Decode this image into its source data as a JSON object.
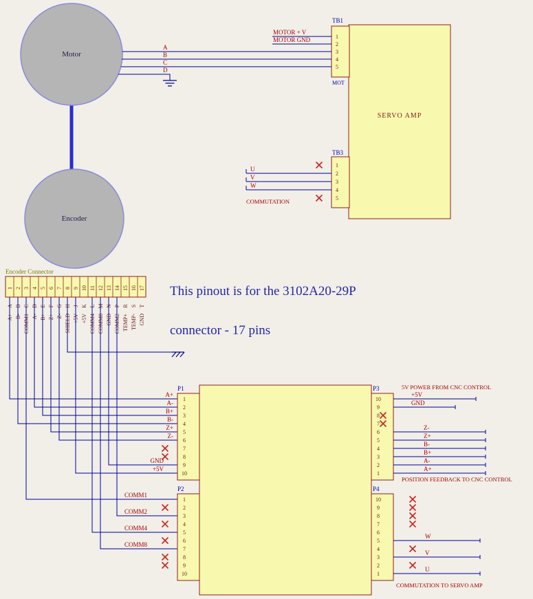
{
  "colors": {
    "background": "#f1efe8",
    "wire": "#00009c",
    "board_fill": "#f8f8ae",
    "board_border": "#8b2020",
    "net_label": "#a40000",
    "component_label": "#0000a8",
    "no_connect_x": "#cc2222",
    "node_fill": "#b5b5b5",
    "note_blue": "#2525a5",
    "connector_title_olive": "#7c7c00"
  },
  "diagram": {
    "note_line1": "This pinout is for the 3102A20-29P",
    "note_line2": "connector - 17 pins"
  },
  "motor": {
    "label": "Motor",
    "phase_wires": [
      "A",
      "B",
      "C",
      "D"
    ]
  },
  "encoder": {
    "label": "Encoder"
  },
  "servo_amp": {
    "label": "SERVO AMP",
    "edge_label": "MOT"
  },
  "tb1": {
    "label": "TB1",
    "pins": [
      "1",
      "2",
      "3",
      "4",
      "5"
    ],
    "net_v": "MOTOR + V",
    "net_gnd": "MOTOR GND"
  },
  "tb3": {
    "label": "TB3",
    "pins": [
      "1",
      "2",
      "3",
      "4",
      "5"
    ],
    "net_u": "U",
    "net_v": "V",
    "net_w": "W",
    "caption": "COMMUTATION"
  },
  "encoder_connector": {
    "title": "Encoder Connector",
    "numbers": [
      "1",
      "2",
      "3",
      "4",
      "5",
      "6",
      "7",
      "8",
      "9",
      "10",
      "11",
      "12",
      "13",
      "14",
      "15",
      "16",
      "17"
    ],
    "letters": [
      "A",
      "B",
      "C",
      "D",
      "E",
      "F",
      "G",
      "H",
      "J",
      "K",
      "L",
      "M",
      "N",
      "P",
      "R",
      "S",
      "T"
    ],
    "signals": [
      "A+",
      "B-",
      "COMM1",
      "A-",
      "B+",
      "Z+",
      "Z-",
      "SHIELD",
      "+5V",
      "+5V",
      "COMM4",
      "COMM8",
      "GND",
      "COMM2",
      "TEMP+",
      "TEMP-",
      "GND"
    ]
  },
  "p1": {
    "label": "P1",
    "pins": [
      "1",
      "2",
      "3",
      "4",
      "5",
      "6",
      "7",
      "8",
      "9",
      "10"
    ],
    "nets": {
      "a_plus": "A+",
      "a_minus": "A-",
      "b_plus": "B+",
      "b_minus": "B-",
      "z_plus": "Z+",
      "z_minus": "Z-",
      "gnd": "GND",
      "plus5": "+5V"
    }
  },
  "p2": {
    "label": "P2",
    "pins": [
      "1",
      "2",
      "3",
      "4",
      "5",
      "6",
      "7",
      "8",
      "9",
      "10"
    ],
    "nets": {
      "comm1": "COMM1",
      "comm2": "COMM2",
      "comm4": "COMM4",
      "comm8": "COMM8"
    }
  },
  "p3": {
    "label": "P3",
    "pins": [
      "10",
      "9",
      "8",
      "7",
      "6",
      "5",
      "4",
      "3",
      "2",
      "1"
    ],
    "caption_top": "5V POWER FROM CNC CONTROL",
    "caption_bottom": "POSITION FEEDBACK TO CNC CONTROL",
    "nets": {
      "plus5": "+5V",
      "gnd": "GND",
      "z_minus": "Z-",
      "z_plus": "Z+",
      "b_minus": "B-",
      "b_plus": "B+",
      "a_minus": "A-",
      "a_plus": "A+"
    }
  },
  "p4": {
    "label": "P4",
    "pins": [
      "10",
      "9",
      "8",
      "7",
      "6",
      "5",
      "4",
      "3",
      "2",
      "1"
    ],
    "caption": "COMMUTATION TO SERVO AMP",
    "nets": {
      "w": "W",
      "v": "V",
      "u": "U"
    }
  }
}
